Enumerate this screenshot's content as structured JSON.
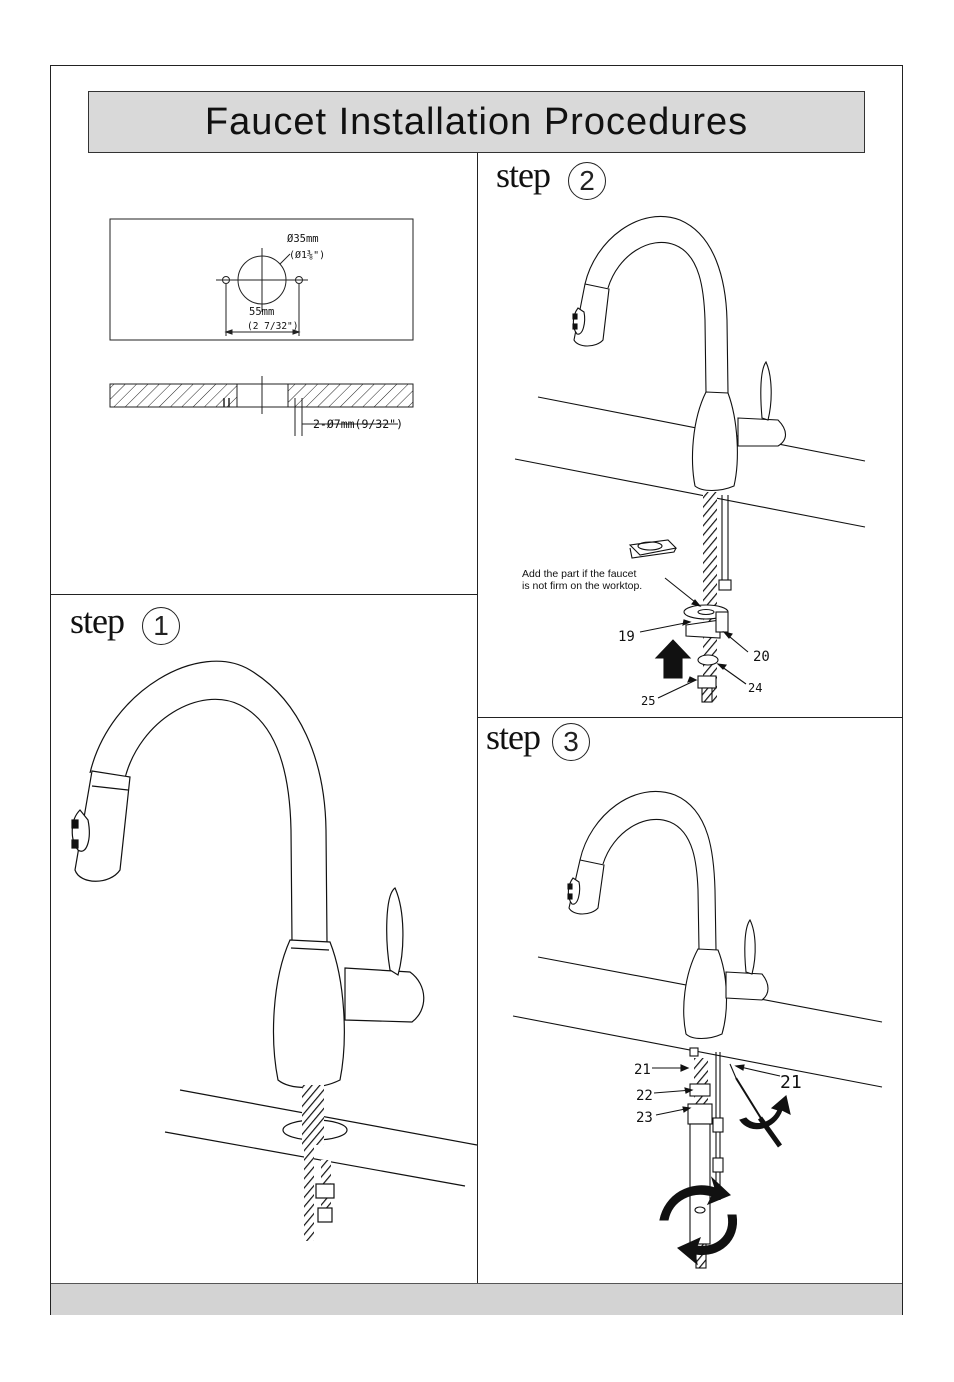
{
  "page": {
    "title": "Faucet Installation Procedures"
  },
  "drilling": {
    "hole_diameter": "Ø35mm",
    "hole_diameter_in": "(Ø1⅜\")",
    "spacing": "55mm",
    "spacing_in": "(2 7/32\")",
    "pin_holes": "2-Ø7mm(9/32\")"
  },
  "steps": [
    {
      "word": "step",
      "number": "1"
    },
    {
      "word": "step",
      "number": "2"
    },
    {
      "word": "step",
      "number": "3"
    }
  ],
  "step2": {
    "note_line1": "Add the part if the faucet",
    "note_line2": "is not firm on the worktop.",
    "part_19": "19",
    "part_20": "20",
    "part_24": "24",
    "part_25": "25"
  },
  "step3": {
    "part_21a": "21",
    "part_21b": "21",
    "part_22": "22",
    "part_23": "23"
  }
}
